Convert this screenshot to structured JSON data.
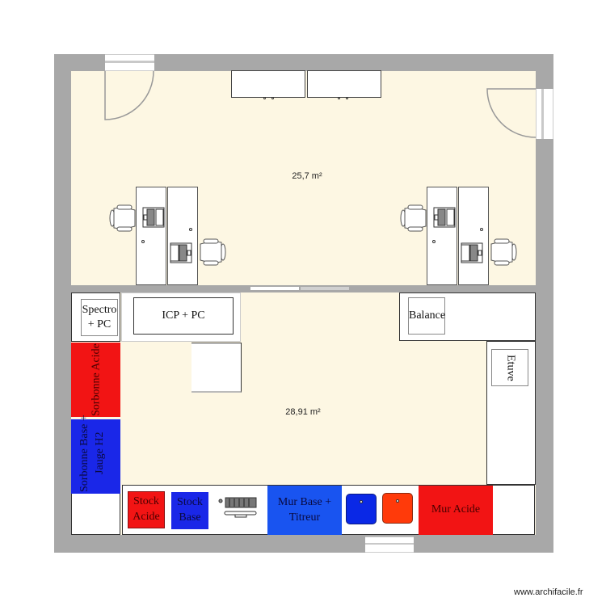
{
  "plan": {
    "rooms": [
      {
        "id": "office",
        "area_label": "25,7 m²"
      },
      {
        "id": "lab",
        "area_label": "28,91 m²"
      }
    ],
    "colors": {
      "wall": "#a8a8a8",
      "floor": "#fdf7e3",
      "red": "#f21414",
      "blue": "#1a27e8",
      "blue_light": "#1954f0",
      "orange": "#ff3a0a",
      "furniture": "#ffffff"
    },
    "labels": {
      "spectro": "Spectro + PC",
      "icp": "ICP + PC",
      "balance": "Balance",
      "etuve": "Etuve",
      "sorbonne_acide": "Sorbonne Acide",
      "sorbonne_base": "Sorbonne Base + Jauge H2",
      "stock_acide": "Stock Acide",
      "stock_base": "Stock Base",
      "mur_base": "Mur Base + Titreur",
      "mur_acide": "Mur Acide"
    }
  },
  "footer": {
    "watermark": "www.archifacile.fr"
  }
}
